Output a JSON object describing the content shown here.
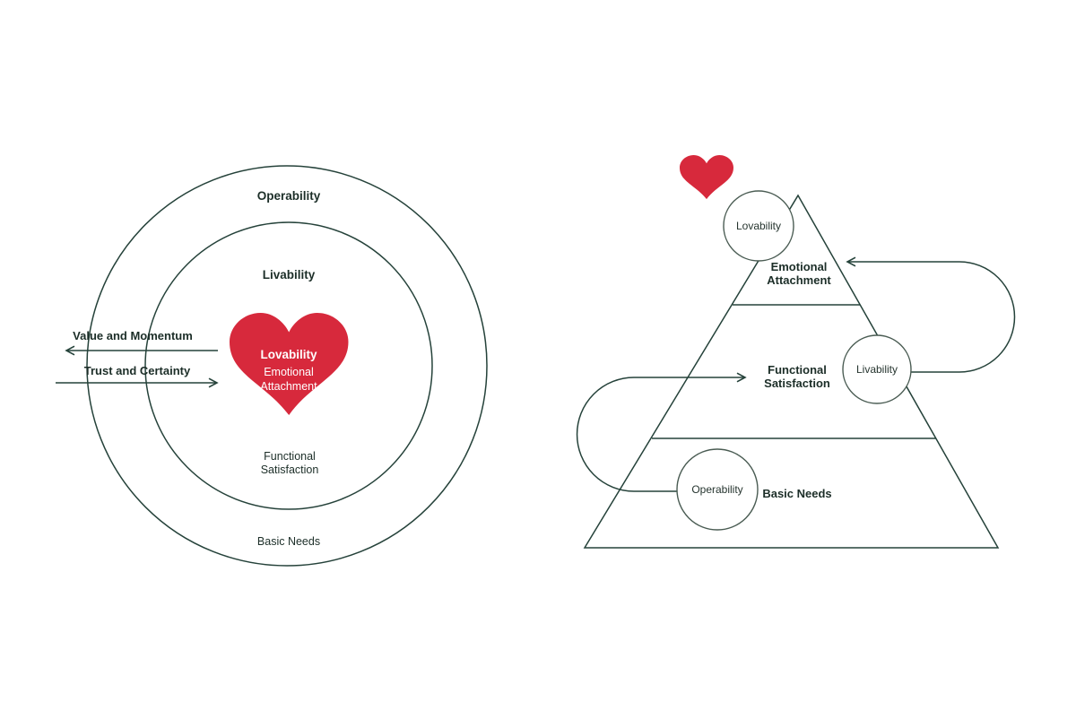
{
  "colors": {
    "line": "#25423a",
    "text": "#1c2e28",
    "heart_red": "#d7293c",
    "heart_text": "#ffffff",
    "background": "#ffffff",
    "node_stroke": "#4a5c53"
  },
  "icons": {
    "left_center": "heart-icon",
    "right_top": "heart-icon",
    "arrowhead": "arrowhead-icon"
  },
  "left": {
    "outer_label": "Operability",
    "middle_label": "Livability",
    "heart_title": "Lovability",
    "heart_sub1": "Emotional",
    "heart_sub2": "Attachment",
    "functional1": "Functional",
    "functional2": "Satisfaction",
    "basic": "Basic Needs",
    "arrow_left_label": "Value and Momentum",
    "arrow_right_label": "Trust and Certainty"
  },
  "right": {
    "level1a": "Emotional",
    "level1b": "Attachment",
    "level2a": "Functional",
    "level2b": "Satisfaction",
    "level3": "Basic Needs",
    "circle_top": "Lovability",
    "circle_mid": "Livability",
    "circle_bottom": "Operability"
  }
}
